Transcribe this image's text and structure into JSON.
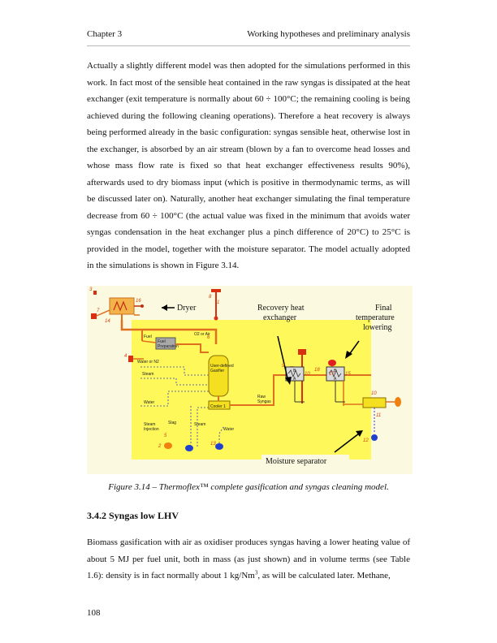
{
  "header": {
    "chapter": "Chapter 3",
    "title": "Working hypotheses and preliminary analysis"
  },
  "paragraph1": "Actually a slightly different model was then adopted for the simulations performed in this work. In fact most of the sensible heat contained in the raw syngas is dissipated at the heat exchanger (exit temperature is normally about 60 ÷ 100°C; the remaining cooling is being achieved during the following cleaning operations). Therefore a heat recovery is always being performed already in the basic configuration: syngas sensible heat, otherwise lost in the exchanger, is absorbed by an air stream (blown by a fan to overcome head losses and whose mass flow rate is fixed so that heat exchanger effectiveness results 90%), afterwards used to dry biomass input (which is positive in thermodynamic terms, as will be discussed later on). Naturally, another heat exchanger simulating the final temperature decrease from 60 ÷ 100°C (the actual value was fixed in the minimum that avoids water syngas condensation in the heat exchanger plus a pinch difference of 20°C) to 25°C is provided in the model, together with the moisture separator. The model actually adopted in the simulations is shown in Figure 3.14.",
  "figure": {
    "annotations": {
      "dryer": "Dryer",
      "recovery_line1": "Recovery heat",
      "recovery_line2": "exchanger",
      "final_line1": "Final",
      "final_line2": "temperature",
      "final_line3": "lowering",
      "moisture": "Moisture separator"
    },
    "labels": {
      "fuel": "Fuel",
      "fuel_prep_line1": "Fuel",
      "fuel_prep_line2": "Preparation",
      "o2_air": "O2 or Air",
      "water_n2": "Water or N2",
      "steam": "Steam",
      "water": "Water",
      "steam_injection_line1": "Steam",
      "steam_injection_line2": "Injection",
      "slag": "Slag",
      "steam2": "Steam",
      "water2": "Water",
      "gasifier_line1": "User-defined",
      "gasifier_line2": "Gasifier",
      "cooler": "Cooler 1",
      "raw_syngas_line1": "Raw",
      "raw_syngas_line2": "Syngas",
      "hx_label": "B",
      "hx_label2": "A"
    },
    "stream_numbers": [
      "3",
      "7",
      "14",
      "16",
      "8",
      "1",
      "6",
      "4",
      "9",
      "18",
      "10",
      "17",
      "15",
      "16",
      "17",
      "14",
      "10",
      "11",
      "12",
      "13",
      "2",
      "5",
      "1",
      "2",
      "12"
    ]
  },
  "caption": "Figure 3.14 – Thermoflex™ complete gasification and syngas cleaning model.",
  "section_title": "3.4.2 Syngas low LHV",
  "paragraph2_before_sup": "Biomass gasification with air as oxidiser produces syngas having a lower heating value of about 5 MJ per fuel unit, both in mass (as just shown) and in volume terms (see Table 1.6): density is in fact normally about 1 kg/Nm",
  "paragraph2_sup": "3",
  "paragraph2_after_sup": ", as will be calculated later. Methane,",
  "page_number": "108"
}
